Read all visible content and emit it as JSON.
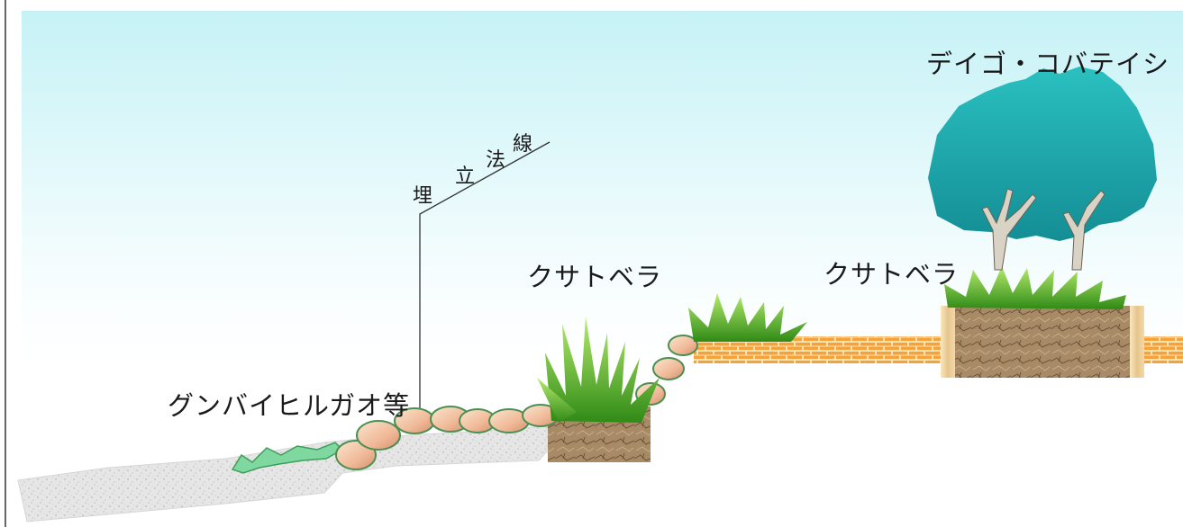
{
  "labels": {
    "groundcover": "グンバイヒルガオ等",
    "grass_middle": "クサトベラ",
    "grass_right": "クサトベラ",
    "tree": "デイゴ・コバテイシ"
  },
  "reclamation_line": {
    "chars": [
      "埋",
      "立",
      "法",
      "線"
    ]
  },
  "colors": {
    "sky_top": "#c8f2f6",
    "sky_bottom": "#ffffff",
    "brick": "#f5a23a",
    "brick_mortar": "#fde3b8",
    "soil": "#a78a65",
    "gravel": "#e4e4e4",
    "grass": "#3f9e1f",
    "grass_light": "#9ee05a",
    "tree_canopy": "#1aa3a6",
    "stone": "#f3c4a4",
    "stone_edge": "#4b8f52"
  }
}
